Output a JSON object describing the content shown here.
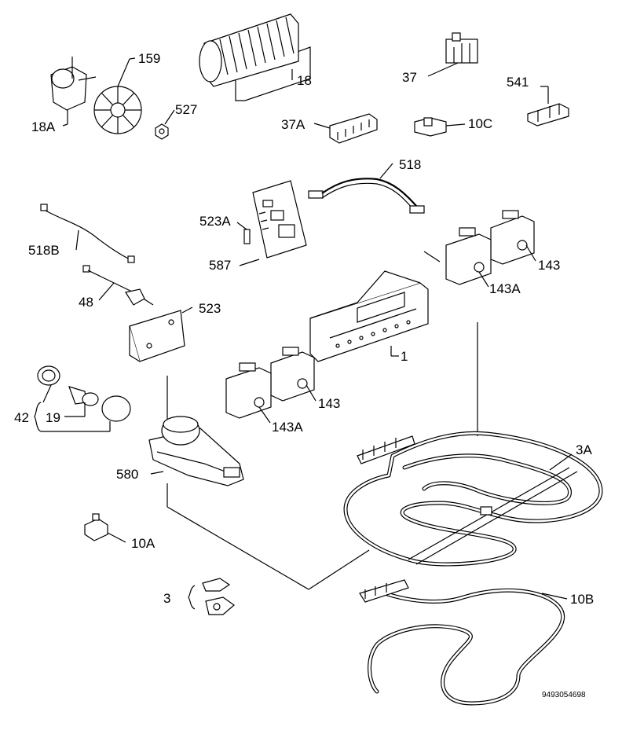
{
  "drawing_number": "9493054698",
  "parts": [
    {
      "id": "p18A",
      "label": "18A"
    },
    {
      "id": "p159",
      "label": "159"
    },
    {
      "id": "p527",
      "label": "527"
    },
    {
      "id": "p18",
      "label": "18"
    },
    {
      "id": "p37",
      "label": "37"
    },
    {
      "id": "p37A",
      "label": "37A"
    },
    {
      "id": "p10C",
      "label": "10C"
    },
    {
      "id": "p541",
      "label": "541"
    },
    {
      "id": "p518",
      "label": "518"
    },
    {
      "id": "p523A",
      "label": "523A"
    },
    {
      "id": "p587",
      "label": "587"
    },
    {
      "id": "p518B",
      "label": "518B"
    },
    {
      "id": "p48",
      "label": "48"
    },
    {
      "id": "p523",
      "label": "523"
    },
    {
      "id": "p143a",
      "label": "143"
    },
    {
      "id": "p143Aa",
      "label": "143A"
    },
    {
      "id": "p1",
      "label": "1"
    },
    {
      "id": "p42",
      "label": "42"
    },
    {
      "id": "p19",
      "label": "19"
    },
    {
      "id": "p143b",
      "label": "143"
    },
    {
      "id": "p143Ab",
      "label": "143A"
    },
    {
      "id": "p580",
      "label": "580"
    },
    {
      "id": "p10A",
      "label": "10A"
    },
    {
      "id": "p3",
      "label": "3"
    },
    {
      "id": "p3A",
      "label": "3A"
    },
    {
      "id": "p10B",
      "label": "10B"
    }
  ]
}
